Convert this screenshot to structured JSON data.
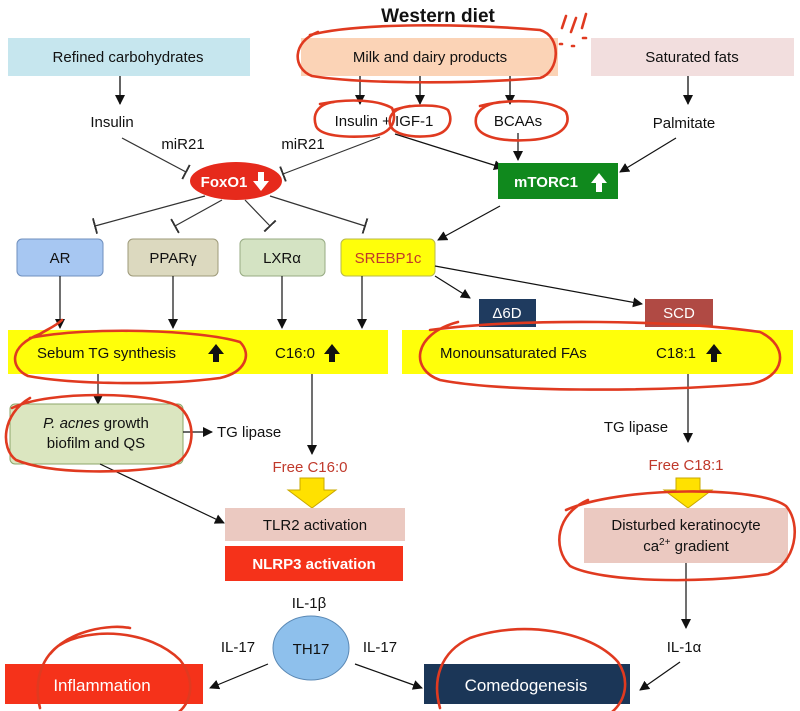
{
  "title": "Western diet",
  "sources": {
    "refined_carbs": "Refined carbohydrates",
    "milk_dairy": "Milk and dairy products",
    "saturated_fats": "Saturated fats"
  },
  "mediators": {
    "insulin": "Insulin",
    "insulin_igf": "Insulin + IGF-1",
    "bcaas": "BCAAs",
    "palmitate": "Palmitate",
    "mir21_left": "miR21",
    "mir21_right": "miR21"
  },
  "nodes": {
    "foxo1": "FoxO1",
    "mtorc1": "mTORC1",
    "ar": "AR",
    "ppar": "PPARγ",
    "lxr": "LXRα",
    "srebp": "SREBP1c",
    "d6d": "Δ6D",
    "scd": "SCD"
  },
  "bands": {
    "sebum": "Sebum TG synthesis",
    "c160": "C16:0",
    "mufa": "Monounsaturated FAs",
    "c181": "C18:1"
  },
  "middle": {
    "pacnes_1": "P. acnes",
    "pacnes_1b": " growth",
    "pacnes_2": "biofilm and QS",
    "tg_lipase_left": "TG lipase",
    "tg_lipase_right": "TG lipase",
    "free_c160": "Free C16:0",
    "free_c181": "Free C18:1",
    "tlr2": "TLR2 activation",
    "nlrp3": "NLRP3 activation",
    "keratinocyte_1": "Disturbed keratinocyte",
    "keratinocyte_2": "ca",
    "keratinocyte_sup": "2+",
    "keratinocyte_3": " gradient"
  },
  "outputs": {
    "il1b": "IL-1β",
    "th17": "TH17",
    "il17_left": "IL-17",
    "il17_right": "IL-17",
    "il1a": "IL-1α",
    "inflammation": "Inflammation",
    "comedogenesis": "Comedogenesis"
  },
  "colors": {
    "light_blue": "#c6e6ee",
    "peach": "#fbd3b6",
    "pink": "#f2dede",
    "foxo_red": "#e62a1c",
    "mtor_green": "#10891d",
    "node_blue": "#a7c7f2",
    "node_tan": "#dcd9bf",
    "node_green": "#d4e3c3",
    "yellow": "#ffff0a",
    "d6d_navy": "#1f3b5f",
    "scd_brown": "#b04a44",
    "pacnes_green": "#dbe6c0",
    "tlr_pink": "#ebc9c1",
    "nlrp_red": "#f5321a",
    "inflam_red": "#f5321a",
    "comedo_navy": "#1b3657",
    "th17_blue": "#8ec0ec",
    "annotation_red": "#e03a20",
    "arrow_yellow": "#ffe100"
  }
}
